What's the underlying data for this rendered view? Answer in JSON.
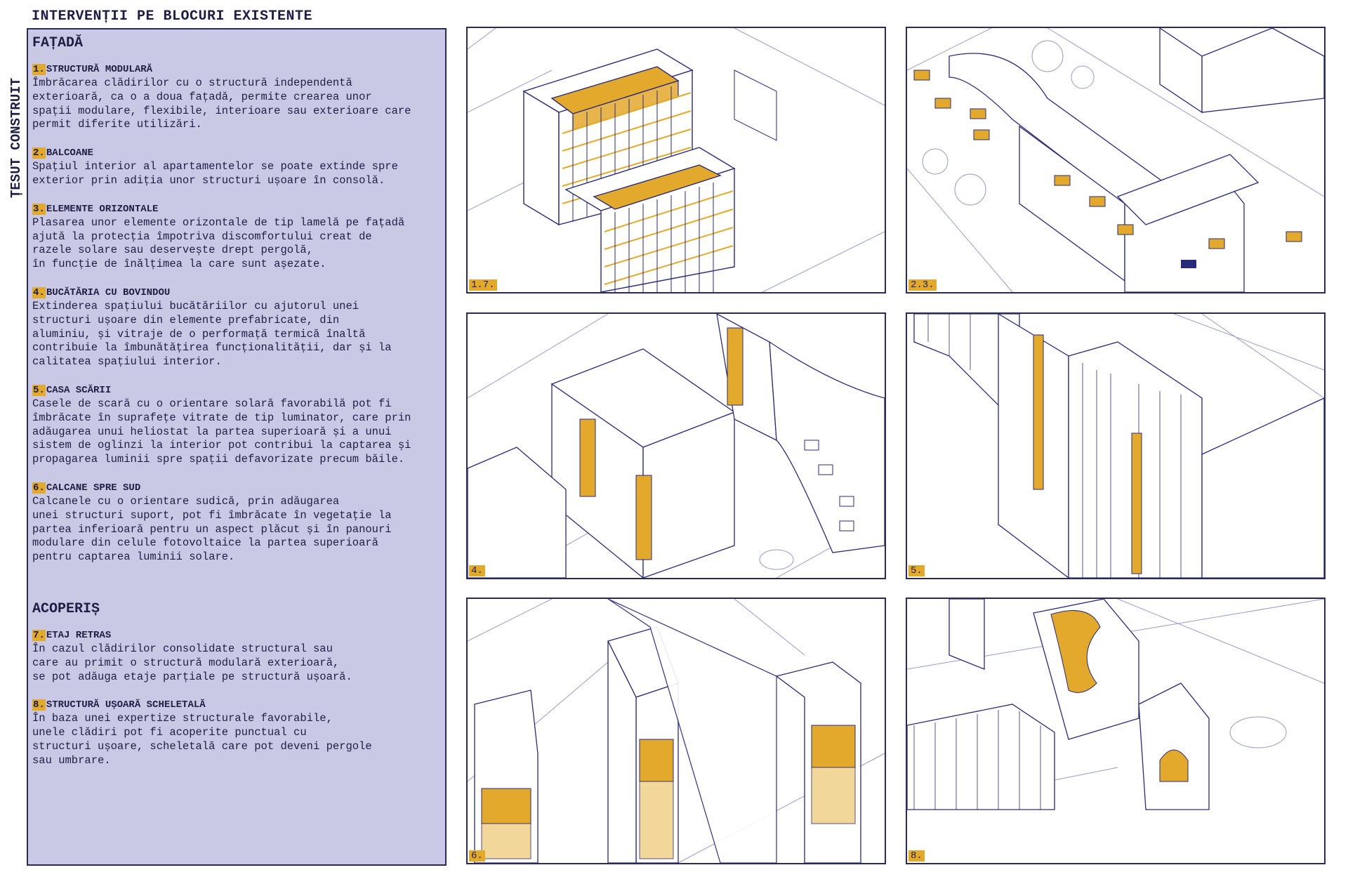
{
  "title": "INTERVENȚII PE BLOCURI EXISTENTE",
  "side_label": "ȚESUT CONSTRUIT",
  "sections": {
    "facade": {
      "heading": "FAȚADĂ",
      "items": [
        {
          "num": "1.",
          "title": "STRUCTURĂ MODULARĂ",
          "body": "Îmbrăcarea clădirilor cu o structură independentă\nexterioară, ca o a doua fațadă, permite crearea unor\nspații modulare, flexibile, interioare sau exterioare care\npermit diferite utilizări."
        },
        {
          "num": "2.",
          "title": "BALCOANE",
          "body": "Spațiul interior al apartamentelor se poate extinde spre\nexterior prin adiția unor structuri ușoare în consolă."
        },
        {
          "num": "3.",
          "title": "ELEMENTE ORIZONTALE",
          "body": "Plasarea unor elemente orizontale de tip lamelă pe fațadă\najută la protecția împotriva discomfortului creat de\nrazele solare sau deservește drept pergolă,\nîn funcție de înălțimea la care sunt așezate."
        },
        {
          "num": "4.",
          "title": "BUCĂTĂRIA CU BOVINDOU",
          "body": "Extinderea spațiului bucătăriilor cu ajutorul unei\nstructuri ușoare din elemente prefabricate, din\naluminiu, și vitraje de o performață termică înaltă\ncontribuie la îmbunătățirea funcționalității, dar și la\ncalitatea spațiului interior."
        },
        {
          "num": "5.",
          "title": "CASA SCĂRII",
          "body": "Casele de scară cu o orientare solară favorabilă pot fi\nîmbrăcate în suprafețe vitrate de tip luminator, care prin\nadăugarea unui heliostat la partea superioară și a unui\nsistem de oglinzi la interior pot contribui la captarea și\npropagarea luminii spre spații defavorizate precum băile."
        },
        {
          "num": "6.",
          "title": "CALCANE SPRE SUD",
          "body": "Calcanele cu o orientare sudică, prin adăugarea\nunei structuri suport, pot fi îmbrăcate în vegetație la\npartea inferioară pentru un aspect plăcut și în panouri\nmodulare din celule fotovoltaice la partea superioară\npentru captarea luminii solare."
        }
      ]
    },
    "roof": {
      "heading": "ACOPERIȘ",
      "items": [
        {
          "num": "7.",
          "title": "ETAJ RETRAS",
          "body": "În cazul clădirilor consolidate structural sau\ncare au primit o structură modulară exterioară,\nse pot adăuga etaje parțiale pe structură ușoară."
        },
        {
          "num": "8.",
          "title": "STRUCTURĂ UȘOARĂ SCHELETALĂ",
          "body": "În baza unei expertize structurale favorabile,\nunele clădiri pot fi acoperite punctual cu\nstructuri ușoare, scheletală care pot deveni pergole\nsau umbrare."
        }
      ]
    }
  },
  "panels": [
    {
      "tag": "1.7."
    },
    {
      "tag": "2.3."
    },
    {
      "tag": "4."
    },
    {
      "tag": "5."
    },
    {
      "tag": "6."
    },
    {
      "tag": "8."
    }
  ],
  "colors": {
    "accent": "#e3a92c",
    "line": "#2a2a7a",
    "panel_bg": "#c9c9e6"
  }
}
